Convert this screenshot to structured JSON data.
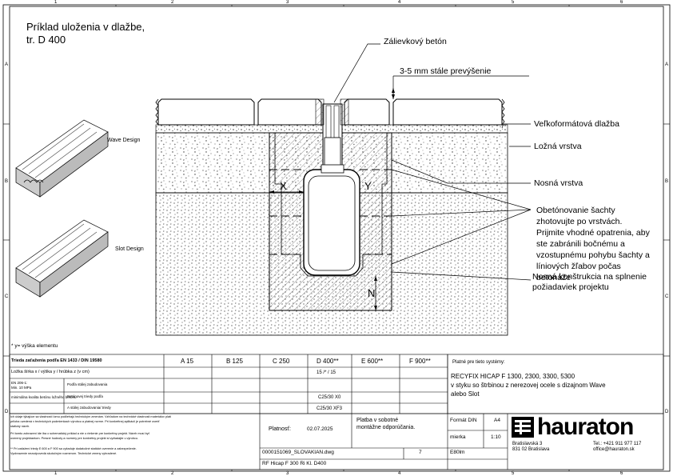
{
  "title_block_head": {
    "title_lines": [
      "Príklad uloženia v dlažbe,",
      "tr. D 400"
    ]
  },
  "grid": {
    "columns": [
      "1",
      "2",
      "3",
      "4",
      "5",
      "6"
    ],
    "rows": [
      "A",
      "B",
      "C",
      "D"
    ]
  },
  "labels": {
    "zalievkovy": "Zálievkový betón",
    "prevysenie": "3-5 mm stále prevýšenie",
    "dlazba": "Veľkoformátová dlažba",
    "lozna": "Ložná vrstva",
    "nosna": "Nosná vrstva",
    "obetonovanie": [
      "Obetónovanie šachty",
      "zhotovujte po vrstvách.",
      "Prijmite vhodné opatrenia, aby",
      "ste zabránili bočnému a",
      "vzostupnému pohybu šachty a",
      "líniových žľabov počas",
      "betonáže"
    ],
    "konstrukcia": [
      "Nosná konštrukcia na splnenie",
      "požiadaviek projektu"
    ],
    "wave": "Wave Design",
    "slot": "Slot Design",
    "x": "X",
    "y": "Y",
    "n": "N",
    "footnote": "* y= výška elementu"
  },
  "table": {
    "norm": "Trieda zaťaženia podľa EN 1433 / DIN 19580",
    "classes": [
      "A 15",
      "B 125",
      "C 250",
      "D 400**",
      "E 600**",
      "F 900**"
    ],
    "vyska_label": "Ložka šírka x / výška y / hrúbka z (v cm)",
    "vyska_value": "15 /* / 15",
    "row_a": "Podľa stálej zabudovania",
    "row_b": "Betónovej triedy podľa",
    "row_b_value": "C25/30 X0",
    "row_c": "A stálej zabudovania/ triedy",
    "row_c_value": "C25/30 XF3",
    "left_a": "EN 206-1:",
    "left_b": "Min. 10 MPa",
    "left_c": "minimálna kvalita betónu ložného betónu",
    "platne_title": "Platné pre tieto systémy:",
    "platne_lines": [
      "RECYFIX HICAP F 1300, 2300, 3300, 5300",
      "v styku so štrbinou z nerezovej ocele s dizajnom Wave",
      "alebo Slot"
    ]
  },
  "footer": {
    "disclaimer": [
      "Ich údaje týkajúce sa vlastností lomu podliehajú technickým zmenám. Vzhľadom na technické vlastnosti materiálov platí",
      "priloha uvedená v technických podmienkach výrobcu a platnej norme. Pri konkrétnej aplikácii je potrebné overiť",
      "statický návrh.",
      "Pri tomto zobrazení ide iba o schematický príklad a nie o riešenie pre konkrétny projekt. Návrh musí byť",
      "overený projektantom. Presné hodnoty a rozmery pre konkrétny projekt si vyžiadajte u výrobcu.",
      "** Pri zaťažení triedy E 600 a F 900 sa vyžaduje dodatočné statické overenie a zabezpečenie.",
      "Vyobrazenie nezodpovedá skutočným rozmerom. Technické zmeny vyhradené."
    ],
    "platnost_label": "Platnosť:",
    "platnost_value": "02.07.2025",
    "platba": [
      "Platba v sobotné",
      "montážne odporúčania."
    ],
    "format_label": "Formát DIN",
    "format_value": "A4",
    "mierka_label": "mierka",
    "mierka_value": "1:10",
    "drawing_file": "0000151069_SLOVAKIAN.dwg",
    "page_no": "7",
    "code": "E80lm",
    "product": "RF Hicap F 300 Ri Kl. D400",
    "company_addr": [
      "Bratislavská 3",
      "831 02 Bratislava"
    ],
    "company_contact": [
      "Tel.: +421 911 977 117",
      "office@hauraton.sk"
    ],
    "brand": "hauraton"
  }
}
